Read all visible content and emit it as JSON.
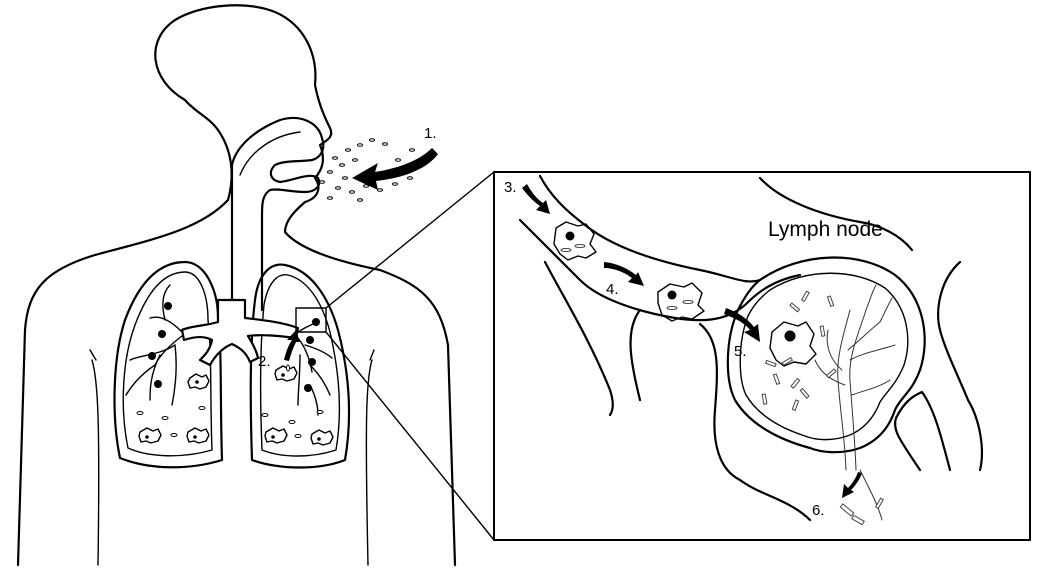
{
  "labels": {
    "step1": "1.",
    "step2": "2.",
    "step3": "3.",
    "step4": "4.",
    "step5": "5.",
    "step6": "6.",
    "lymph_node": "Lymph node"
  },
  "colors": {
    "line": "#000000",
    "background": "#ffffff"
  }
}
